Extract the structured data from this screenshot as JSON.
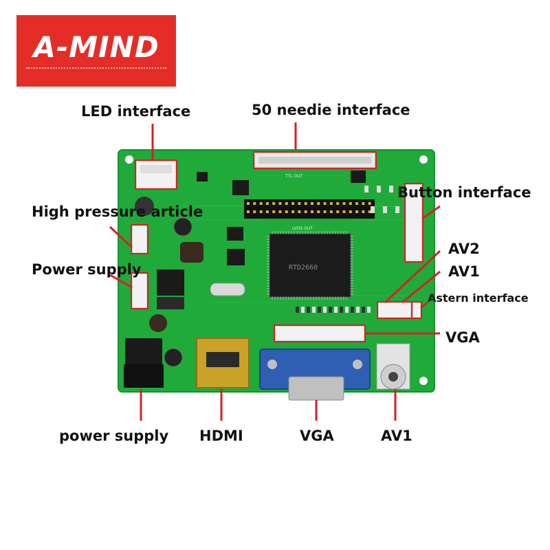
{
  "logo": {
    "text": "A-MIND"
  },
  "labels": {
    "led_interface": "LED interface",
    "needle_interface": "50 needie interface",
    "button_interface": "Button interface",
    "high_pressure": "High pressure article",
    "power_supply_side": "Power supply",
    "av2": "AV2",
    "av1_right": "AV1",
    "astern_interface": "Astern interface",
    "vga_right": "VGA",
    "power_supply_bottom": "power supply",
    "hdmi": "HDMI",
    "vga_bottom": "VGA",
    "av1_bottom": "AV1"
  },
  "board": {
    "chip_main": "RTD2660",
    "silk_top": "TTL OUT",
    "silk_mid": "LVDS OUT"
  },
  "colors": {
    "pcb": "#1faa3a",
    "pcb_dark": "#168a2e",
    "callout": "#d81f26",
    "logo_bg": "#e52d27",
    "vga_blue": "#2f5fb3",
    "hdmi_gold": "#c9a227"
  }
}
